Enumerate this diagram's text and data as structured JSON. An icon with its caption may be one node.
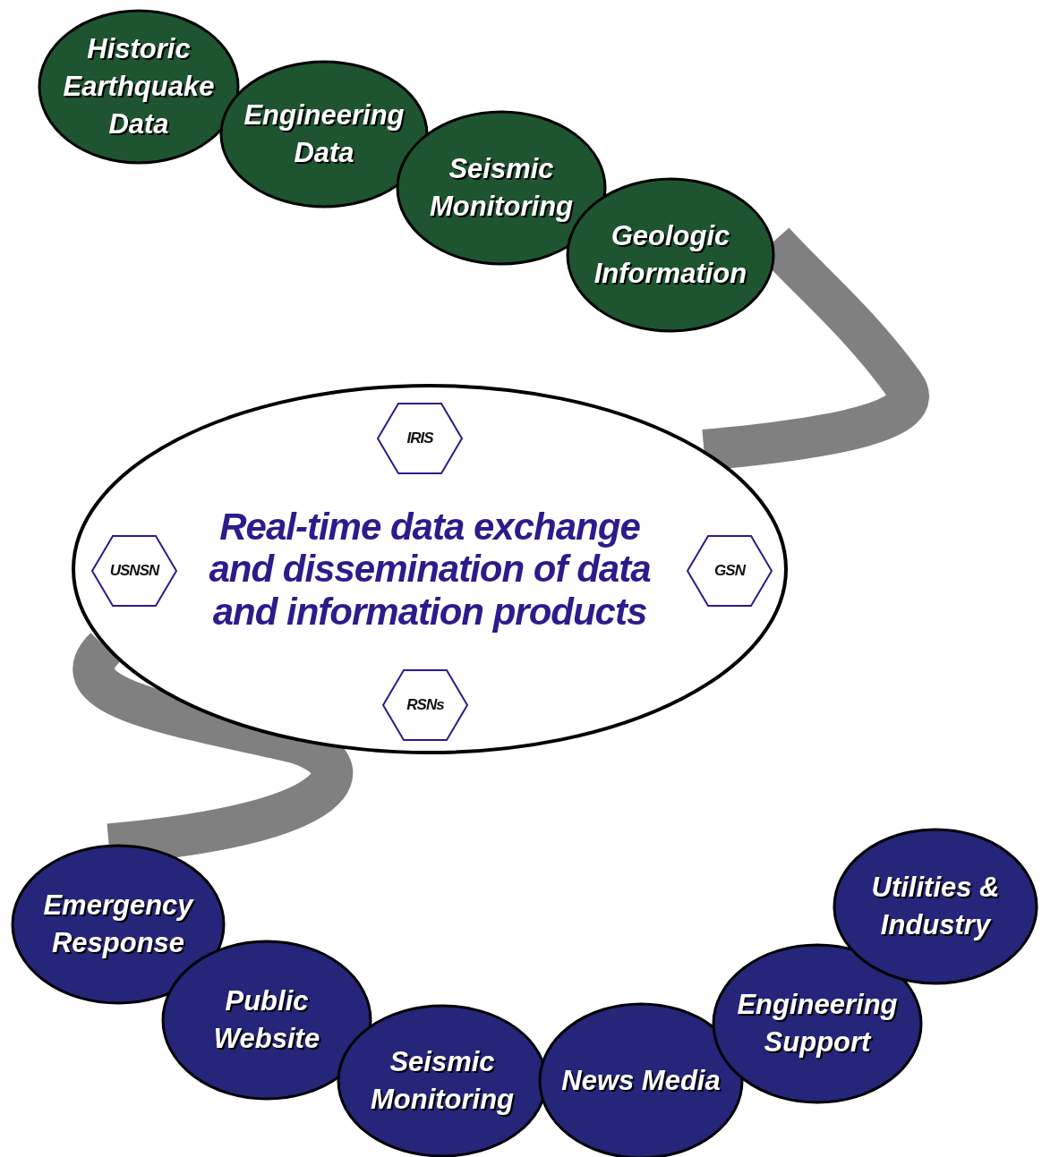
{
  "diagram": {
    "nodes": [
      {
        "text": [
          "Historic Earthquake Data"
        ]
      },
      {
        "text": [
          "Engineering Data"
        ]
      },
      {
        "text": [
          "Seismic Monitoring"
        ]
      },
      {
        "text": [
          "Geologic Information"
        ]
      },
      {
        "text": [
          "Real-time data exchange and dissemination of data and information products"
        ]
      },
      {
        "text": [
          "IRIS"
        ],
        "in": 4
      },
      {
        "text": [
          "USNSN"
        ],
        "in": 4
      },
      {
        "text": [
          "GSN"
        ],
        "in": 4
      },
      {
        "text": [
          "RSNs"
        ],
        "in": 4
      },
      {
        "text": [
          "Emergency Response"
        ]
      },
      {
        "text": [
          "Public Website"
        ]
      },
      {
        "text": [
          "Seismic Monitoring"
        ]
      },
      {
        "text": [
          "News Media"
        ]
      },
      {
        "text": [
          "Engineering Support"
        ]
      },
      {
        "text": [
          "Utilities & Industry"
        ]
      }
    ],
    "edges": [
      {
        "from": 3,
        "to": 4,
        "arrow": "none"
      },
      {
        "from": 4,
        "to": 9,
        "arrow": "none"
      }
    ]
  }
}
